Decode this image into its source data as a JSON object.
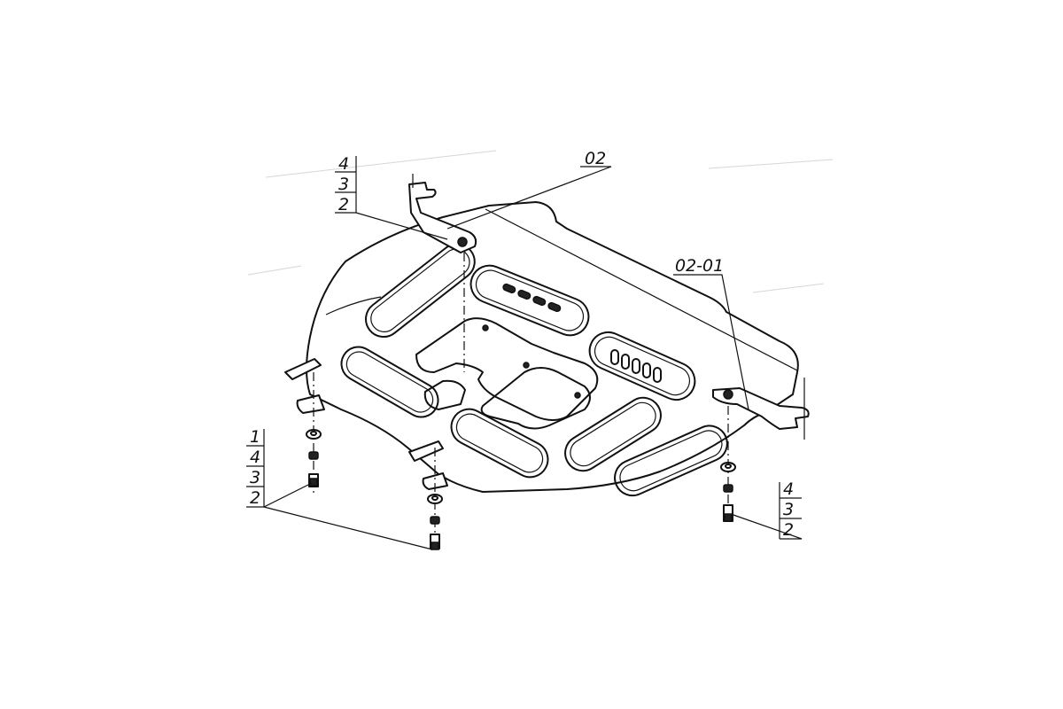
{
  "callouts": {
    "top_left": [
      "4",
      "3",
      "2"
    ],
    "cover": "02",
    "right_bracket": "02-01",
    "bottom_left": [
      "1",
      "4",
      "3",
      "2"
    ],
    "bottom_right": [
      "4",
      "3",
      "2"
    ]
  }
}
